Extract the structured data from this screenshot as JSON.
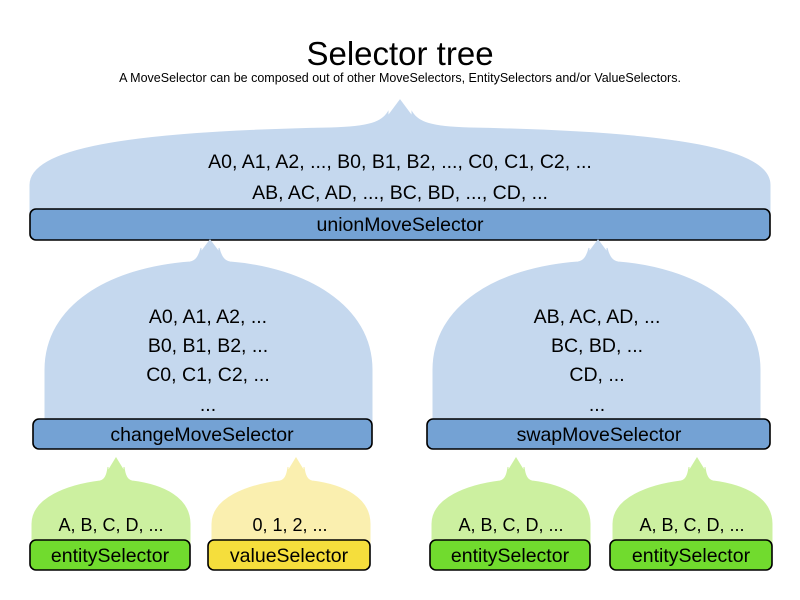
{
  "header": {
    "title": "Selector tree",
    "subtitle": "A MoveSelector can be composed out of other MoveSelectors, EntitySelectors and/or ValueSelectors."
  },
  "colors": {
    "move_selector_bar": "#74A2D4",
    "move_selector_dome": "#C5D8EE",
    "entity_selector_bar": "#71DB2E",
    "entity_selector_dome": "#CCF0A0",
    "value_selector_bar": "#F5DE3C",
    "value_selector_dome": "#FAEFAF",
    "outline": "#000000",
    "background": "#FFFFFF",
    "text": "#000000"
  },
  "tree": {
    "root": {
      "id": "union-move-selector",
      "label": "unionMoveSelector",
      "type": "move-selector",
      "lines": [
        "A0, A1, A2, ..., B0, B1, B2, ..., C0, C1, C2, ...",
        "AB, AC, AD, ..., BC, BD, ..., CD, ..."
      ]
    },
    "level2": [
      {
        "id": "change-move-selector",
        "label": "changeMoveSelector",
        "type": "move-selector",
        "lines": [
          "A0, A1, A2, ...",
          "B0, B1, B2, ...",
          "C0, C1, C2, ...",
          "..."
        ],
        "children": [
          {
            "id": "entity-selector-1",
            "label": "entitySelector",
            "type": "entity-selector",
            "lines": [
              "A, B, C, D, ..."
            ]
          },
          {
            "id": "value-selector-1",
            "label": "valueSelector",
            "type": "value-selector",
            "lines": [
              "0, 1, 2, ..."
            ]
          }
        ]
      },
      {
        "id": "swap-move-selector",
        "label": "swapMoveSelector",
        "type": "move-selector",
        "lines": [
          "AB, AC, AD, ...",
          "BC, BD, ...",
          "CD, ...",
          "..."
        ],
        "children": [
          {
            "id": "entity-selector-2",
            "label": "entitySelector",
            "type": "entity-selector",
            "lines": [
              "A, B, C, D, ..."
            ]
          },
          {
            "id": "entity-selector-3",
            "label": "entitySelector",
            "type": "entity-selector",
            "lines": [
              "A, B, C, D, ..."
            ]
          }
        ]
      }
    ]
  }
}
